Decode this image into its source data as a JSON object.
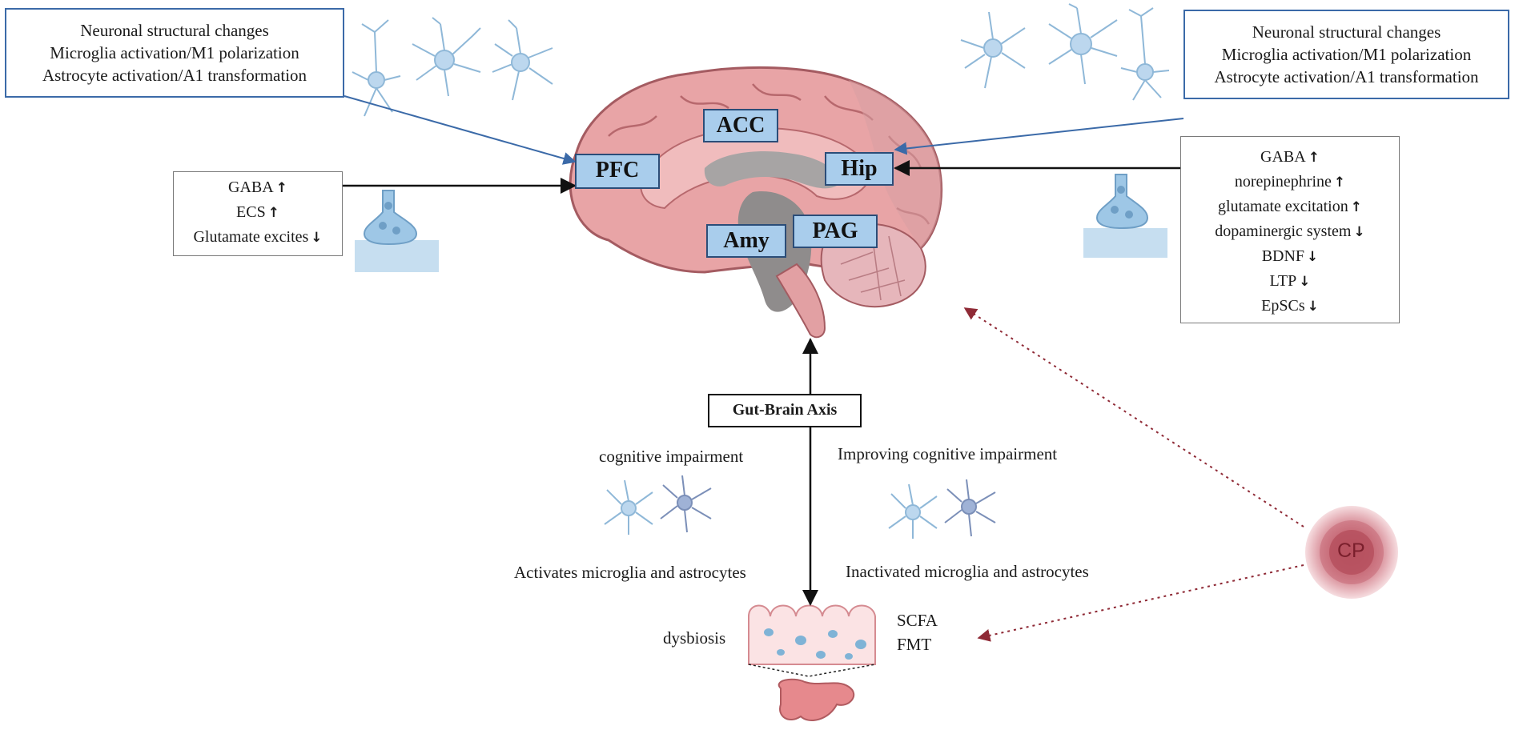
{
  "top_left_box": {
    "lines": [
      "Neuronal structural changes",
      "Microglia activation/M1 polarization",
      "Astrocyte activation/A1 transformation"
    ]
  },
  "top_right_box": {
    "lines": [
      "Neuronal structural changes",
      "Microglia activation/M1 polarization",
      "Astrocyte activation/A1 transformation"
    ]
  },
  "left_box": {
    "items": [
      {
        "text": "GABA",
        "arrow": "↑"
      },
      {
        "text": "ECS",
        "arrow": "↑"
      },
      {
        "text": "Glutamate excites",
        "arrow": "↓"
      }
    ]
  },
  "right_box": {
    "items": [
      {
        "text": "GABA",
        "arrow": "↑"
      },
      {
        "text": "norepinephrine",
        "arrow": "↑"
      },
      {
        "text": "glutamate excitation",
        "arrow": "↑"
      },
      {
        "text": "dopaminergic system",
        "arrow": "↓"
      },
      {
        "text": "BDNF",
        "arrow": "↓"
      },
      {
        "text": "LTP",
        "arrow": "↓"
      },
      {
        "text": "EpSCs",
        "arrow": "↓"
      }
    ]
  },
  "regions": {
    "acc": "ACC",
    "pfc": "PFC",
    "hip": "Hip",
    "amy": "Amy",
    "pag": "PAG"
  },
  "gut_brain_axis": "Gut-Brain Axis",
  "left_effect": {
    "title": "cognitive impairment",
    "subtitle": "Activates microglia and astrocytes"
  },
  "right_effect": {
    "title": "Improving cognitive impairment",
    "subtitle": "Inactivated microglia and astrocytes"
  },
  "gut": {
    "dysbiosis": "dysbiosis",
    "scfa": "SCFA",
    "fmt": "FMT"
  },
  "cp_label": "CP",
  "colors": {
    "callout_blue": "#3b6aa8",
    "region_fill": "#a9cdec",
    "brain_pink": "#e7a1a4",
    "cp_red": "#8f2a36"
  }
}
